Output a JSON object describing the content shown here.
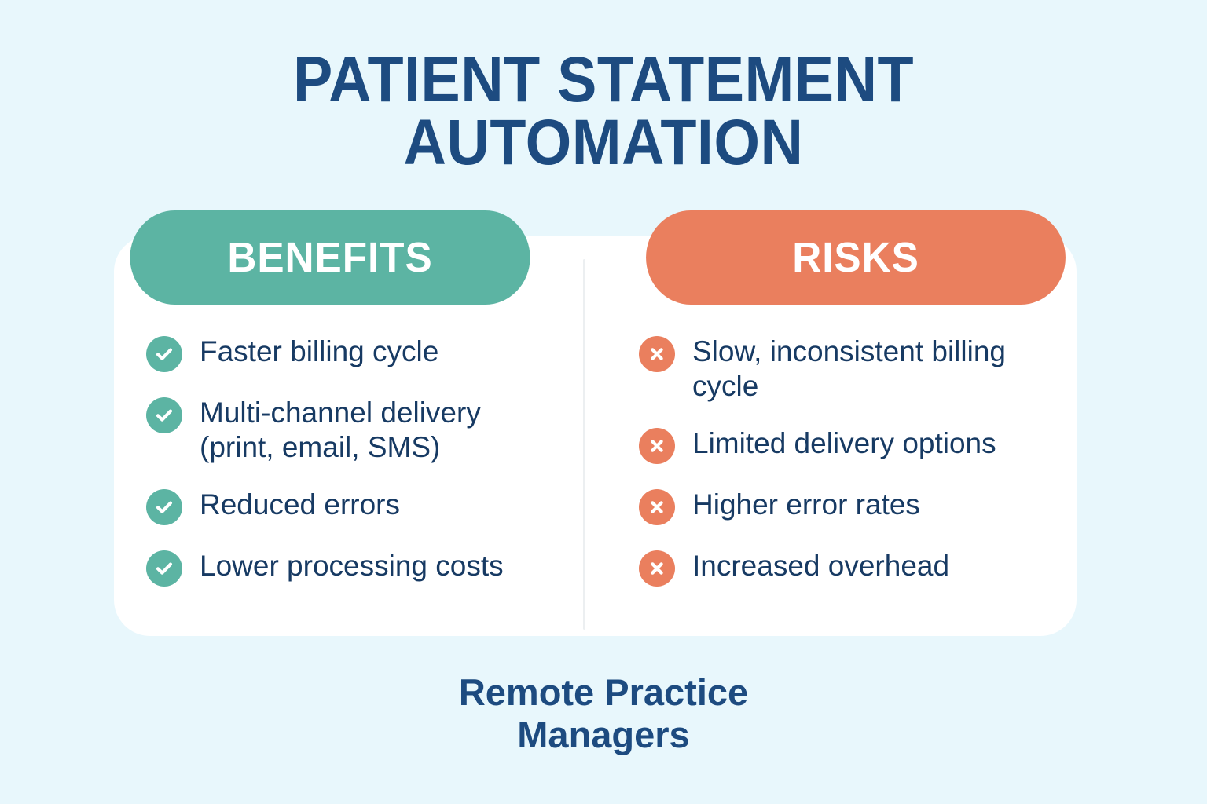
{
  "theme": {
    "background": "#e8f7fc",
    "card_background": "#ffffff",
    "title_color": "#1d4b80",
    "body_text_color": "#173a63",
    "benefits_accent": "#5cb4a3",
    "risks_accent": "#ea7f5e",
    "divider_color": "#eceff1"
  },
  "title": {
    "line1": "PATIENT STATEMENT",
    "line2": "AUTOMATION"
  },
  "columns": {
    "benefits": {
      "heading": "BENEFITS",
      "icon": "check-circle-icon",
      "items": [
        {
          "text": "Faster billing cycle"
        },
        {
          "text": "Multi-channel delivery (print, email, SMS)"
        },
        {
          "text": "Reduced errors"
        },
        {
          "text": "Lower processing costs"
        }
      ]
    },
    "risks": {
      "heading": "RISKS",
      "icon": "cross-circle-icon",
      "items": [
        {
          "text": "Slow, inconsistent billing cycle"
        },
        {
          "text": "Limited delivery options"
        },
        {
          "text": "Higher error rates"
        },
        {
          "text": "Increased overhead"
        }
      ]
    }
  },
  "footer": {
    "line1": "Remote Practice",
    "line2": "Managers"
  }
}
